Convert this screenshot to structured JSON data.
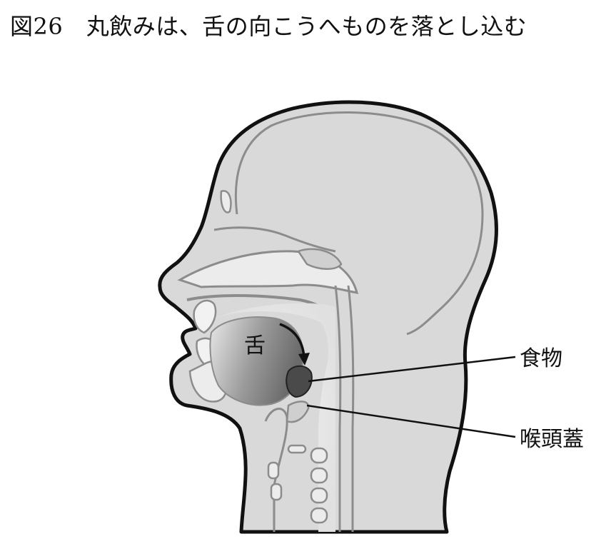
{
  "figure": {
    "title": "図26　丸飲みは、舌の向こうへものを落とし込む",
    "labels": {
      "tongue": "舌",
      "food": "食物",
      "epiglottis": "喉頭蓋"
    }
  },
  "colors": {
    "head_fill": "#d9d9d9",
    "outline": "#111111",
    "inner_line": "#8c8c8c",
    "tongue_dark": "#6e6e6e",
    "tongue_light": "#e6e6e6",
    "food_bolus": "#4a4a4a"
  }
}
